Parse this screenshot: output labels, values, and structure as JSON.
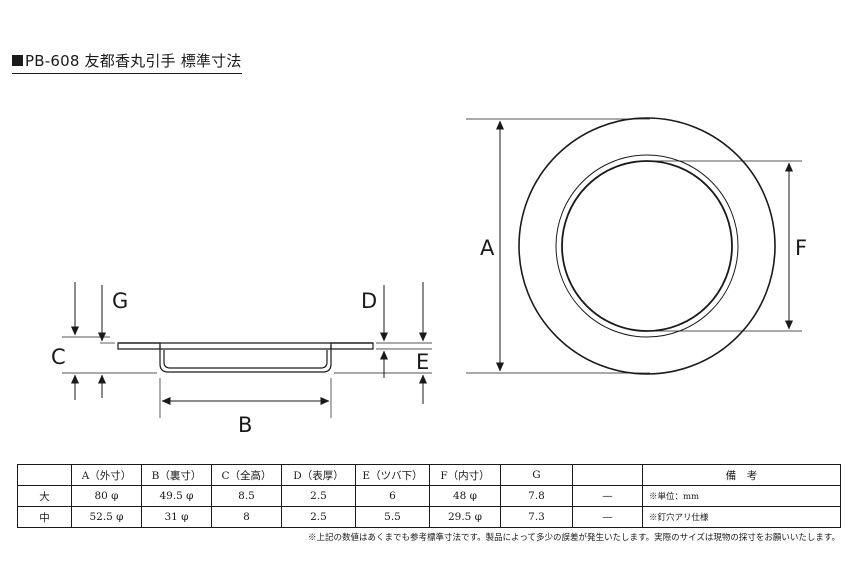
{
  "title": "PB-608 友都香丸引手 標準寸法",
  "labels": {
    "a": "A",
    "b": "B",
    "c": "C",
    "d": "D",
    "e": "E",
    "f": "F",
    "g": "G"
  },
  "table": {
    "headers": [
      "",
      "A（外寸）",
      "B（裏寸）",
      "C（全高）",
      "D（表厚）",
      "E（ツバ下）",
      "F（内寸）",
      "G",
      "",
      "備　考"
    ],
    "rows": [
      {
        "size": "大",
        "a": "80 φ",
        "b": "49.5 φ",
        "c": "8.5",
        "d": "2.5",
        "e": "6",
        "f": "48 φ",
        "g": "7.8",
        "blank": "—",
        "note": "※単位：mm"
      },
      {
        "size": "中",
        "a": "52.5 φ",
        "b": "31 φ",
        "c": "8",
        "d": "2.5",
        "e": "5.5",
        "f": "29.5 φ",
        "g": "7.3",
        "blank": "—",
        "note": "※釘穴アリ仕様"
      }
    ]
  },
  "footnote": "※上記の数値はあくまでも参考標準寸法です。製品によって多少の誤差が発生いたします。実際のサイズは現物の採寸をお願いいたします。",
  "colors": {
    "line": "#1a1a1a",
    "paper": "#ffffff"
  }
}
